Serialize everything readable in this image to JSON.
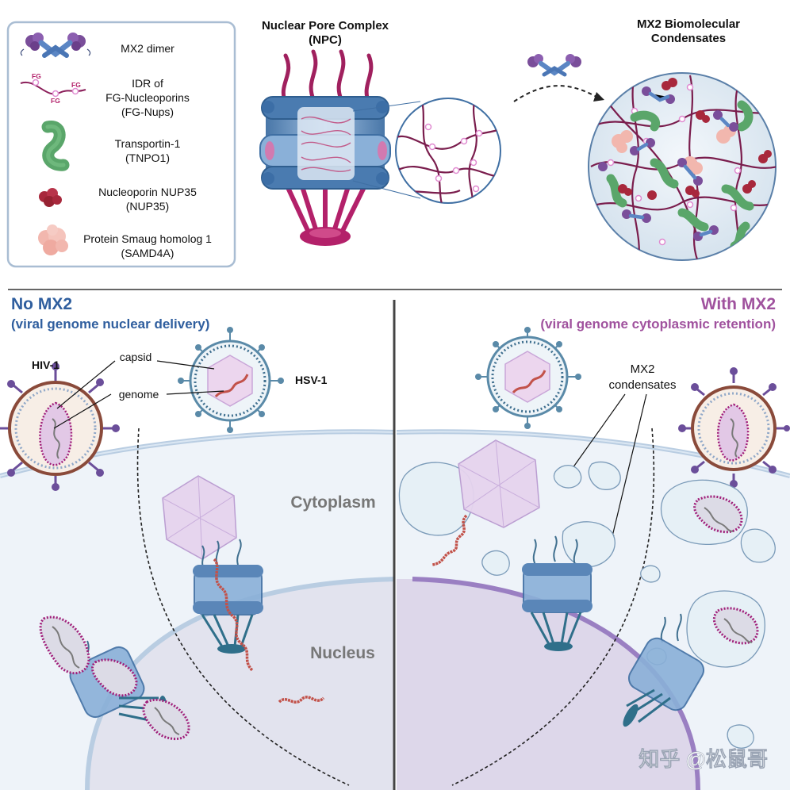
{
  "legend": {
    "items": [
      {
        "lines": [
          "MX2 dimer"
        ]
      },
      {
        "lines": [
          "IDR of",
          "FG-Nucleoporins",
          "(FG-Nups)"
        ],
        "fg_tag": "FG"
      },
      {
        "lines": [
          "Transportin-1",
          "(TNPO1)"
        ]
      },
      {
        "lines": [
          "Nucleoporin NUP35",
          "(NUP35)"
        ]
      },
      {
        "lines": [
          "Protein Smaug homolog 1",
          "(SAMD4A)"
        ]
      }
    ]
  },
  "npc": {
    "title_line1": "Nuclear Pore Complex",
    "title_line2": "(NPC)"
  },
  "condensate_title": {
    "line1": "MX2 Biomolecular",
    "line2": "Condensates"
  },
  "left_panel": {
    "heading": "No MX2",
    "subheading": "(viral genome nuclear delivery)",
    "hiv_label": "HIV-1",
    "hsv_label": "HSV-1",
    "capsid_label": "capsid",
    "genome_label": "genome",
    "cytoplasm_label": "Cytoplasm",
    "nucleus_label": "Nucleus"
  },
  "right_panel": {
    "heading": "With MX2",
    "subheading": "(viral genome cytoplasmic retention)",
    "condensates_line1": "MX2",
    "condensates_line2": "condensates"
  },
  "watermark": "知乎 @松鼠哥",
  "colors": {
    "left_heading": "#2f5e9e",
    "right_heading": "#a0529e",
    "fg_strand": "#8b1f5a",
    "fg_dot": "#e08ad0",
    "tnpo1": "#5aa66a",
    "nup35": "#a8283c",
    "samd4a": "#f2b7ae",
    "mx2_purple": "#7a4e9a",
    "mx2_blue": "#5b86c4",
    "npc_blue": "#5a86b8",
    "npc_magenta": "#b3216a",
    "capsid_lilac": "#d8c3e6",
    "genome_red": "#c2524a",
    "cytoplasm": "#eef3f9",
    "nucleus": "#e2e3ee"
  }
}
